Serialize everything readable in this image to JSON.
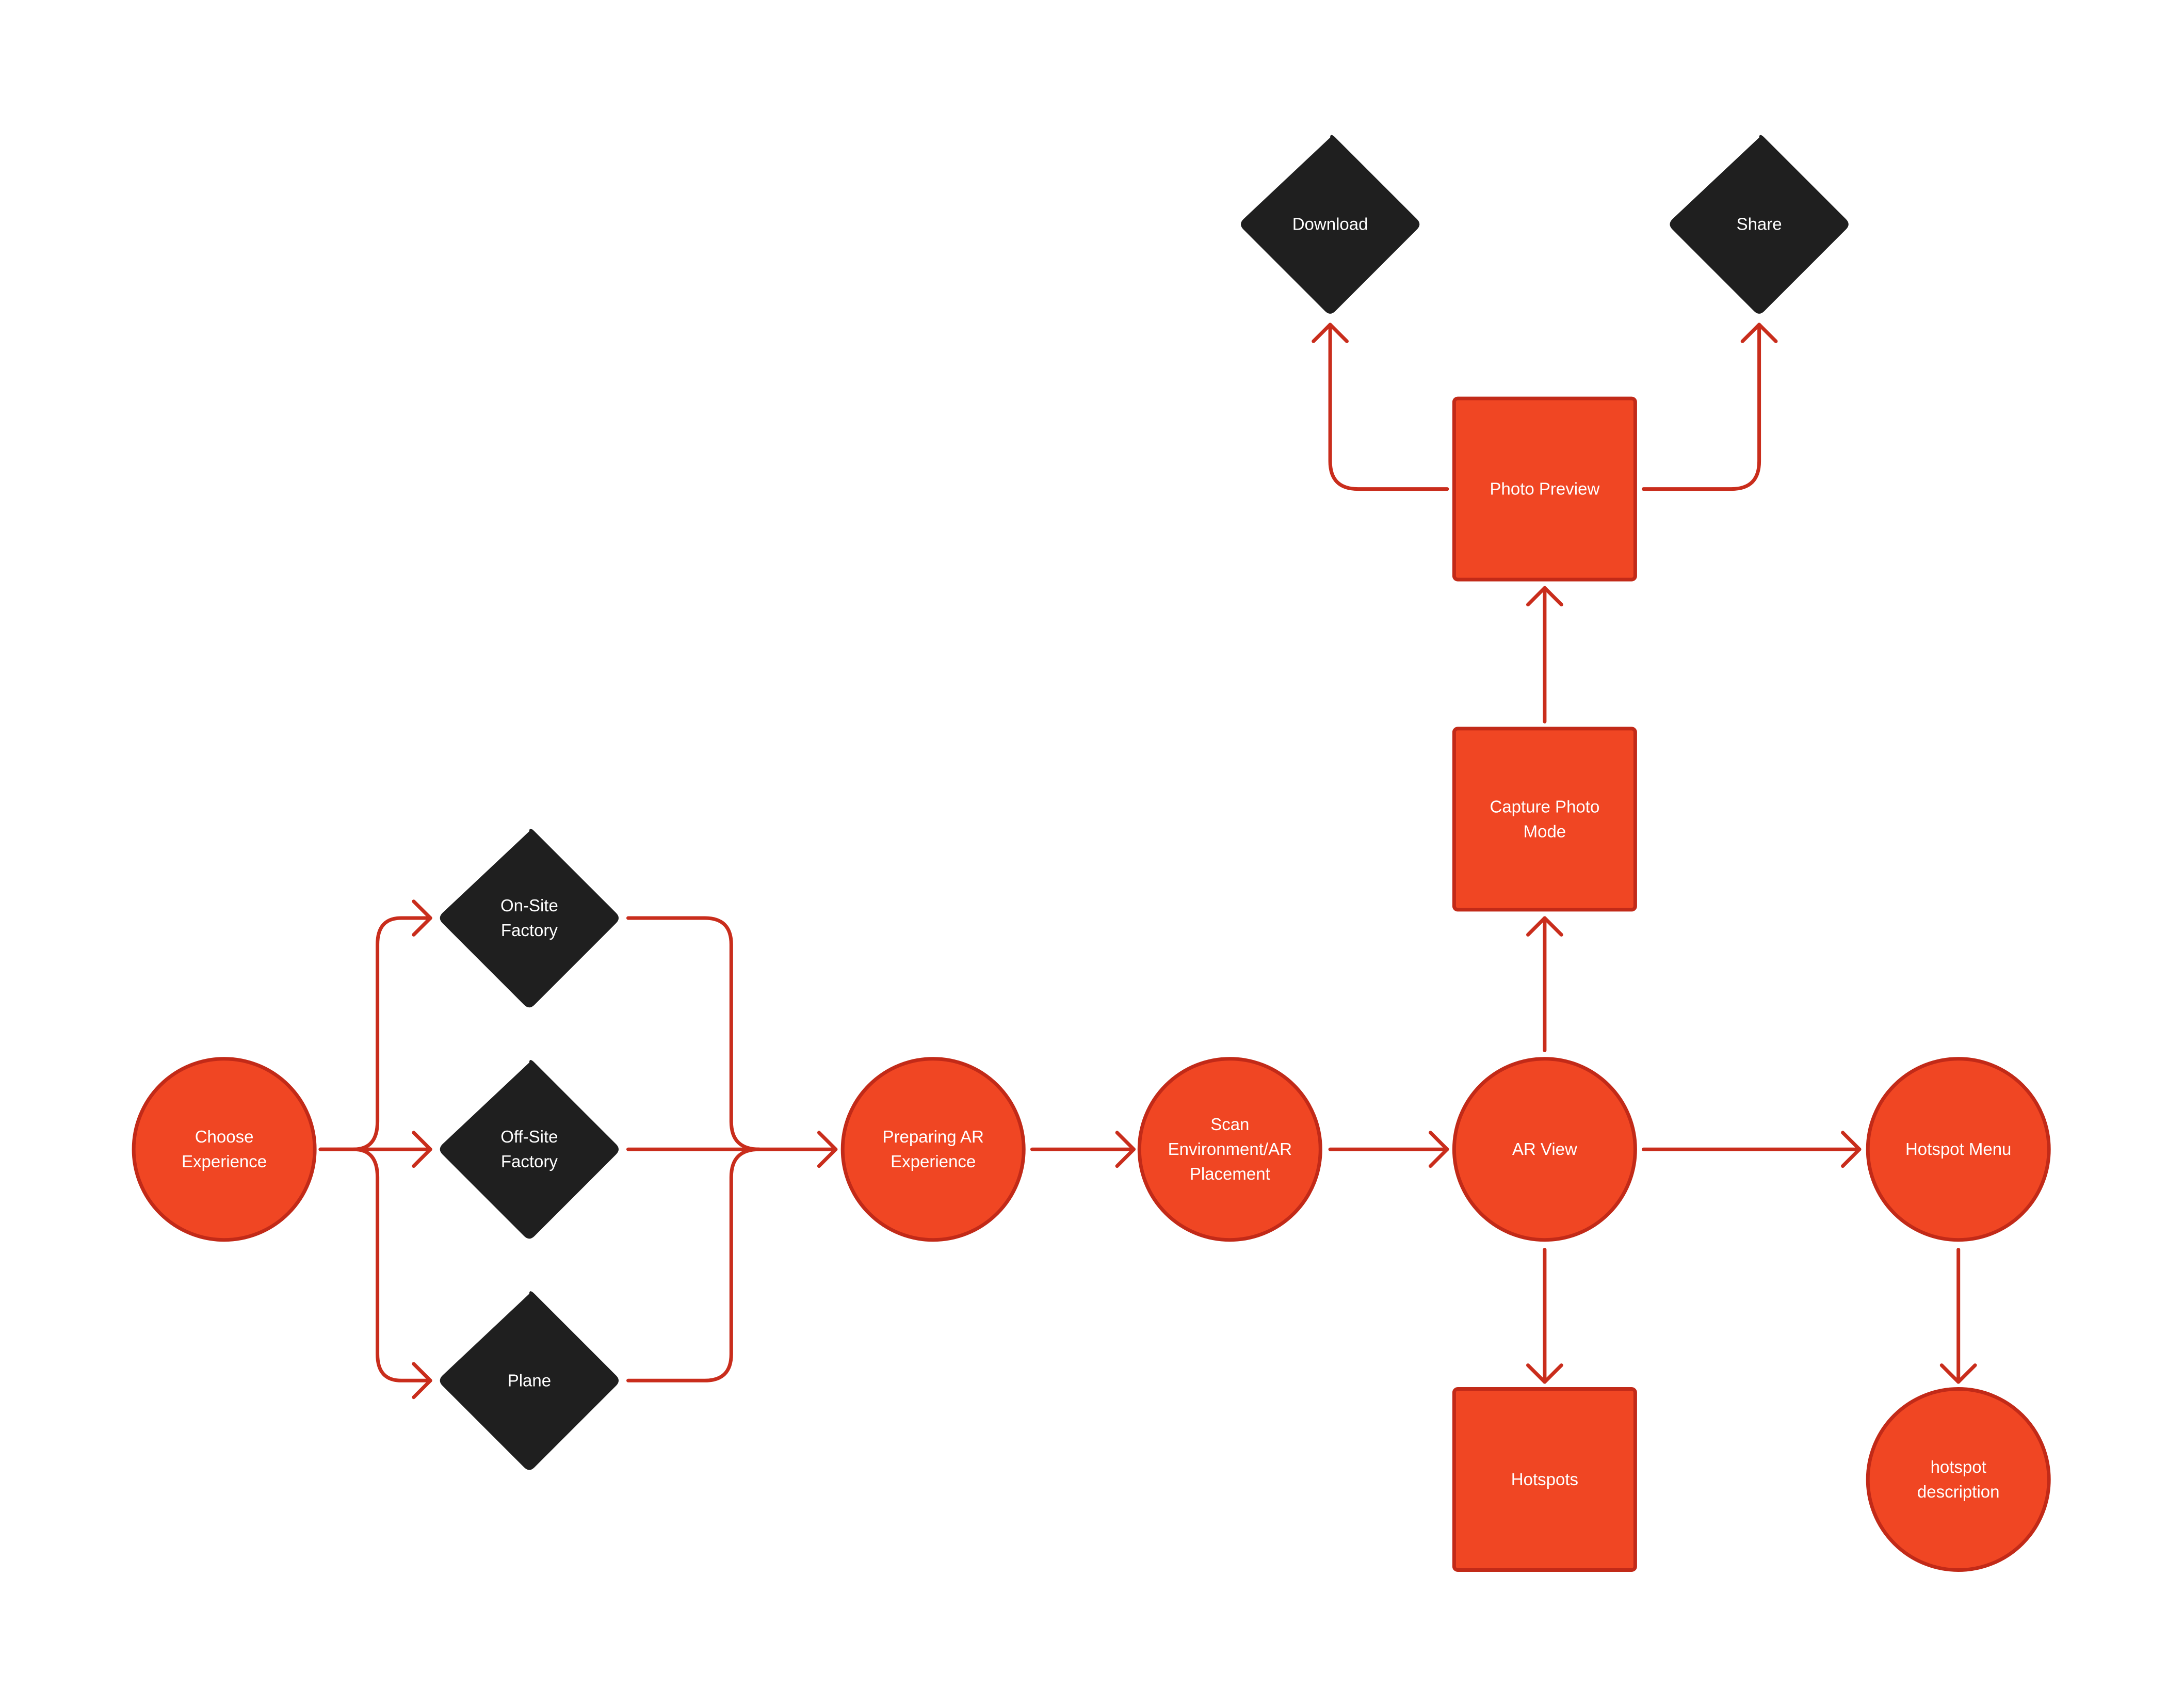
{
  "colors": {
    "process": "#F04623",
    "process_stroke": "#C22A18",
    "decision": "#1F1F1F",
    "connector": "#C92D1C",
    "label": "#FFFFFF"
  },
  "nodes": {
    "choose_experience": {
      "lines": [
        "Choose",
        "Experience"
      ],
      "shape": "circle"
    },
    "on_site_factory": {
      "lines": [
        "On-Site",
        "Factory"
      ],
      "shape": "diamond"
    },
    "off_site_factory": {
      "lines": [
        "Off-Site",
        "Factory"
      ],
      "shape": "diamond"
    },
    "plane": {
      "lines": [
        "Plane"
      ],
      "shape": "diamond"
    },
    "preparing_ar": {
      "lines": [
        "Preparing AR",
        "Experience"
      ],
      "shape": "circle"
    },
    "scan_environment": {
      "lines": [
        "Scan",
        "Environment/AR",
        "Placement"
      ],
      "shape": "circle"
    },
    "ar_view": {
      "lines": [
        "AR View"
      ],
      "shape": "circle"
    },
    "hotspot_menu": {
      "lines": [
        "Hotspot Menu"
      ],
      "shape": "circle"
    },
    "hotspot_description": {
      "lines": [
        "hotspot",
        "description"
      ],
      "shape": "circle"
    },
    "hotspots": {
      "lines": [
        "Hotspots"
      ],
      "shape": "square"
    },
    "capture_photo_mode": {
      "lines": [
        "Capture Photo",
        "Mode"
      ],
      "shape": "square"
    },
    "photo_preview": {
      "lines": [
        "Photo Preview"
      ],
      "shape": "square"
    },
    "download": {
      "lines": [
        "Download"
      ],
      "shape": "diamond"
    },
    "share": {
      "lines": [
        "Share"
      ],
      "shape": "diamond"
    }
  },
  "edges": [
    {
      "from": "choose_experience",
      "to": "on_site_factory"
    },
    {
      "from": "choose_experience",
      "to": "off_site_factory"
    },
    {
      "from": "choose_experience",
      "to": "plane"
    },
    {
      "from": "on_site_factory",
      "to": "preparing_ar"
    },
    {
      "from": "off_site_factory",
      "to": "preparing_ar"
    },
    {
      "from": "plane",
      "to": "preparing_ar"
    },
    {
      "from": "preparing_ar",
      "to": "scan_environment"
    },
    {
      "from": "scan_environment",
      "to": "ar_view"
    },
    {
      "from": "ar_view",
      "to": "hotspot_menu"
    },
    {
      "from": "ar_view",
      "to": "hotspots"
    },
    {
      "from": "ar_view",
      "to": "capture_photo_mode"
    },
    {
      "from": "hotspot_menu",
      "to": "hotspot_description"
    },
    {
      "from": "capture_photo_mode",
      "to": "photo_preview"
    },
    {
      "from": "photo_preview",
      "to": "download"
    },
    {
      "from": "photo_preview",
      "to": "share"
    }
  ]
}
